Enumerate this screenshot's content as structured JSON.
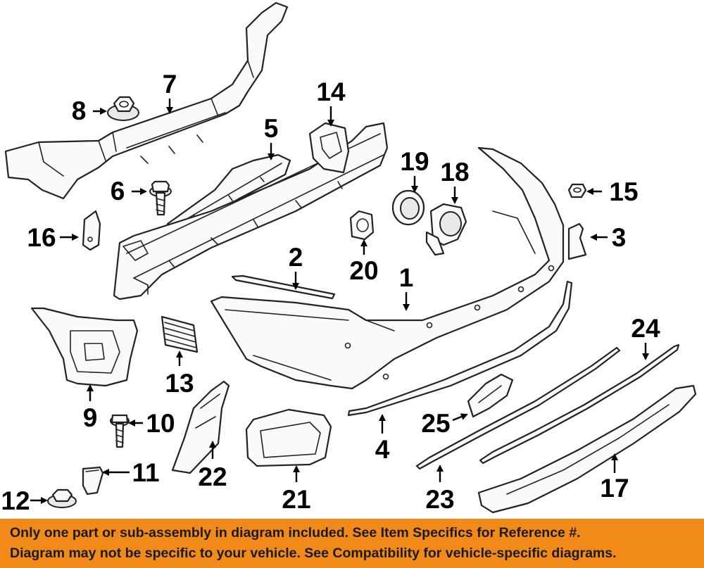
{
  "callouts": {
    "c1": "1",
    "c2": "2",
    "c3": "3",
    "c4": "4",
    "c5": "5",
    "c6": "6",
    "c7": "7",
    "c8": "8",
    "c9": "9",
    "c10": "10",
    "c11": "11",
    "c12": "12",
    "c13": "13",
    "c14": "14",
    "c15": "15",
    "c16": "16",
    "c17": "17",
    "c18": "18",
    "c19": "19",
    "c20": "20",
    "c21": "21",
    "c22": "22",
    "c23": "23",
    "c24": "24",
    "c25": "25"
  },
  "banner": {
    "line1": "Only one part or sub-assembly in diagram included. See Item Specifics for Reference #.",
    "line2": "Diagram may not be specific to your vehicle. See Compatibility for vehicle-specific diagrams."
  },
  "colors": {
    "banner_bg": "#f28a19",
    "banner_text": "#1a1a1a",
    "line_art": "#222222"
  }
}
